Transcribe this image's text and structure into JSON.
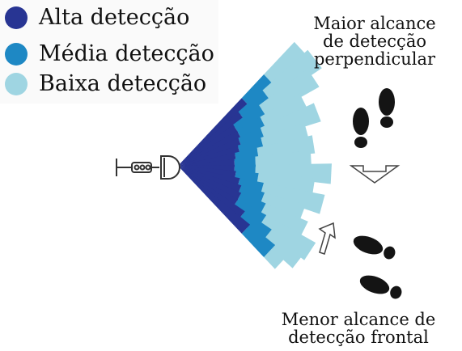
{
  "legend": {
    "items": [
      {
        "label": "Alta detecção",
        "color": "#283593"
      },
      {
        "label": "Média detecção",
        "color": "#1e88c4"
      },
      {
        "label": "Baixa detecção",
        "color": "#9fd5e2"
      }
    ]
  },
  "captions": {
    "perpendicular": [
      "Maior alcance",
      "de detecção",
      "perpendicular"
    ],
    "frontal": [
      "Menor alcance de",
      "detecção frontal"
    ]
  },
  "icons": {
    "sensor": "sensor-icon",
    "footprint": "footprint-icon",
    "arrow": "hollow-arrow-icon"
  },
  "colors": {
    "high": "#283593",
    "medium": "#1e88c4",
    "low": "#9fd5e2",
    "ink": "#111111"
  }
}
